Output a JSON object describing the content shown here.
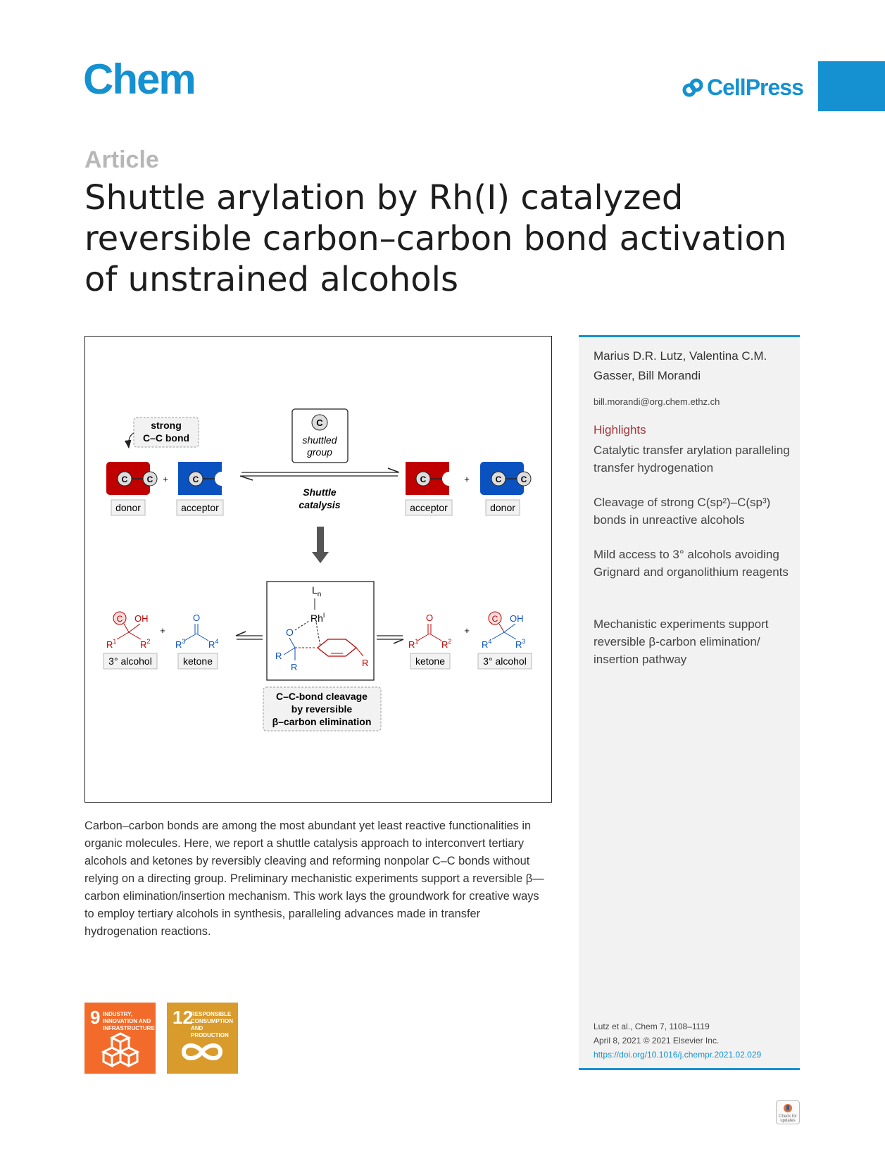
{
  "header": {
    "journal": "Chem",
    "publisher": "CellPress",
    "brand_color": "#1591d1"
  },
  "article_type": "Article",
  "title": "Shuttle arylation by Rh(I) catalyzed reversible carbon–carbon bond activation of unstrained alcohols",
  "figure": {
    "strong_bond_1": "strong",
    "strong_bond_2": "C–C bond",
    "shuttled_1": "shuttled",
    "shuttled_2": "group",
    "c_symbol": "C",
    "plus": "+",
    "donor": "donor",
    "acceptor": "acceptor",
    "shuttle_1": "Shuttle",
    "shuttle_2": "catalysis",
    "ln": "L",
    "ln_sub": "n",
    "rh": "Rh",
    "rh_sup": "I",
    "oh": "OH",
    "o": "O",
    "r": "R",
    "r1": "1",
    "r2": "2",
    "r3": "3",
    "r4": "4",
    "alcohol": "3° alcohol",
    "ketone": "ketone",
    "cleavage_1": "C–C-bond cleavage",
    "cleavage_2": "by reversible",
    "cleavage_3": "β–carbon elimination",
    "donor_color": "#c00000",
    "acceptor_color": "#0a52c0"
  },
  "sidebar": {
    "authors": "Marius D.R. Lutz, Valentina C.M. Gasser, Bill Morandi",
    "email": "bill.morandi@org.chem.ethz.ch",
    "highlights_heading": "Highlights",
    "highlights": [
      "Catalytic transfer arylation paralleling transfer hydrogenation",
      "Cleavage of strong C(sp²)–C(sp³) bonds in unreactive alcohols",
      "Mild access to 3° alcohols avoiding Grignard and organolithium reagents",
      "Mechanistic experiments support reversible β-carbon elimination/ insertion pathway"
    ],
    "citation": "Lutz et al., Chem 7, 1108–1119",
    "date": "April 8, 2021 © 2021 Elsevier Inc.",
    "doi": "https://doi.org/10.1016/j.chempr.2021.02.029"
  },
  "abstract": "Carbon–carbon bonds are among the most abundant yet least reactive functionalities in organic molecules. Here, we report a shuttle catalysis approach to interconvert tertiary alcohols and ketones by reversibly cleaving and reforming nonpolar C–C bonds without relying on a directing group. Preliminary mechanistic experiments support a reversible β—carbon elimination/insertion mechanism. This work lays the groundwork for creative ways to employ tertiary alcohols in synthesis, paralleling advances made in transfer hydrogenation reactions.",
  "sdg": [
    {
      "num": "9",
      "label": "INDUSTRY, INNOVATION AND INFRASTRUCTURE",
      "color": "#f26b2a"
    },
    {
      "num": "12",
      "label": "RESPONSIBLE CONSUMPTION AND PRODUCTION",
      "color": "#d99b2b"
    }
  ],
  "badge": "Check for updates"
}
